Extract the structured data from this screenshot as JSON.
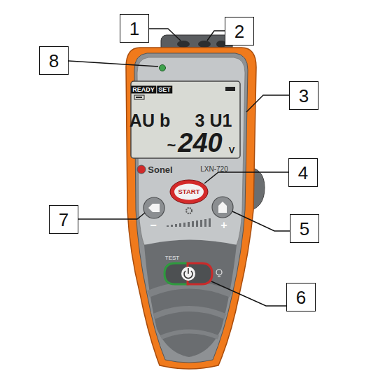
{
  "diagram": {
    "nodes": [
      {
        "text": [
          "1"
        ]
      },
      {
        "text": [
          "2"
        ]
      },
      {
        "text": [
          "8"
        ]
      },
      {
        "text": [
          "3"
        ]
      },
      {
        "text": [
          "4"
        ]
      },
      {
        "text": [
          "7"
        ]
      },
      {
        "text": [
          "5"
        ]
      },
      {
        "text": [
          "6"
        ]
      }
    ],
    "labels": [
      "READY",
      "SET",
      "AU b",
      "3 U1",
      "~",
      "240",
      "V",
      "Sonel",
      "LXN-720",
      "START",
      "−",
      "+",
      "TEST"
    ]
  }
}
